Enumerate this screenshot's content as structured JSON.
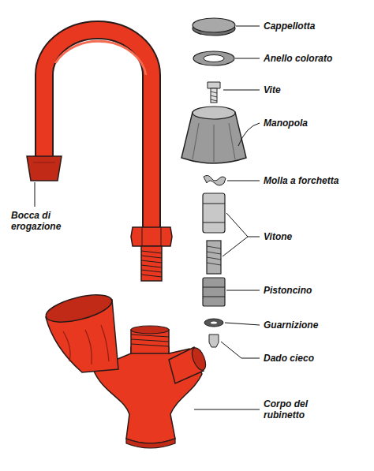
{
  "diagram": {
    "labels": [
      "Cappellotta",
      "Anello colorato",
      "Vite",
      "Manopola",
      "Molla a forchetta",
      "Vitone",
      "Pistoncino",
      "Guarnizione",
      "Dado cieco",
      "Bocca di erogazione",
      "Corpo del rubinetto"
    ]
  }
}
